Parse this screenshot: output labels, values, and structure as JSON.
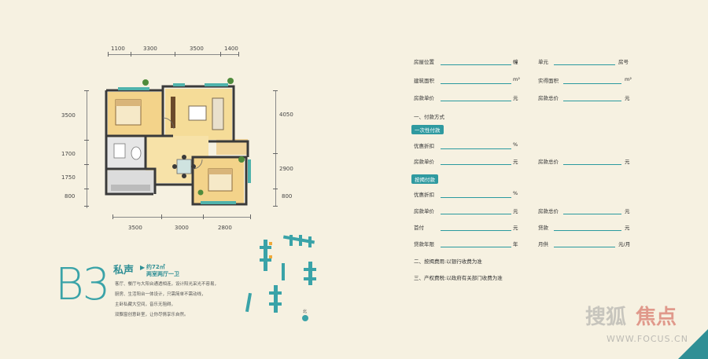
{
  "plan": {
    "top_dims": [
      "1100",
      "3300",
      "3500",
      "1400"
    ],
    "bottom_dims": [
      "3500",
      "3000",
      "2800"
    ],
    "left_dims": [
      "3500",
      "1700",
      "1750",
      "800"
    ],
    "right_dims": [
      "4050",
      "2900",
      "800"
    ]
  },
  "unit": {
    "code": "B3",
    "name": "私声",
    "area": "约72㎡",
    "layout": "两室两厅一卫",
    "desc_lines": [
      "客厅、餐厅与大阳台通透相连，设计阳光采光不容易，",
      "厨房、生活阳台一体设计，只需简单不需动线，",
      "主卧私藏大空间，音乐无阻碍，",
      "双飘窗创意卧室，让你尽情享乐自然。"
    ]
  },
  "form": {
    "row1": {
      "label_a": "房屋位置",
      "unit_a": "幢",
      "label_b": "单元",
      "unit_b": "房号"
    },
    "row2": {
      "label_a": "建筑面积",
      "unit_a": "m²",
      "label_b": "实得面积",
      "unit_b": "m²"
    },
    "row3": {
      "label_a": "房款单价",
      "unit_a": "元",
      "label_b": "房款总价",
      "unit_b": "元"
    },
    "section1": "一、付款方式",
    "pill1": "一次性付款",
    "row4": {
      "label_a": "优惠折扣",
      "unit_a": "%"
    },
    "row5": {
      "label_a": "房款单价",
      "unit_a": "元",
      "label_b": "房款总价",
      "unit_b": "元"
    },
    "pill2": "按揭付款",
    "row6": {
      "label_a": "优惠折扣",
      "unit_a": "%"
    },
    "row7": {
      "label_a": "房款单价",
      "unit_a": "元",
      "label_b": "房款总价",
      "unit_b": "元"
    },
    "row8": {
      "label_a": "首付",
      "unit_a": "元",
      "label_b": "贷款",
      "unit_b": "元"
    },
    "row9": {
      "label_a": "贷款年限",
      "unit_a": "年",
      "label_b": "月供",
      "unit_b": "元/月"
    },
    "section2": "二、按揭费用:以银行收费为准",
    "section3": "三、产权费税:以政府有关部门收费为准"
  },
  "siteplan": {
    "north": "北"
  },
  "watermark": {
    "brand": "搜狐",
    "brand2": "焦点",
    "domain": "WWW.FOCUS.CN"
  },
  "colors": {
    "accent": "#2f9aa0",
    "floor": "#f3d38a",
    "wall": "#3a3a3a",
    "bg": "#f6f1e1"
  }
}
